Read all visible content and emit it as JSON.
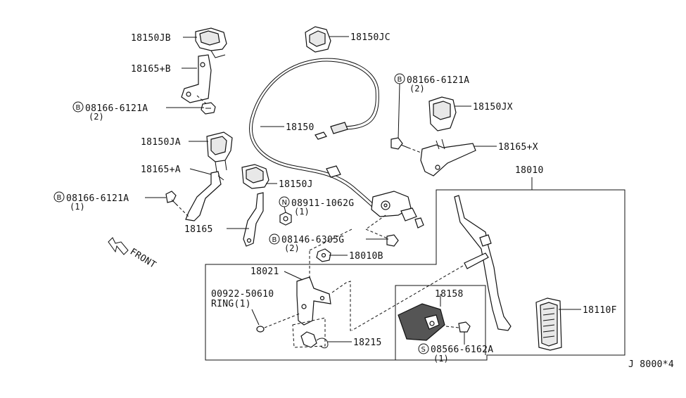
{
  "diagram_code": "J 8000*4",
  "front_label": "FRONT",
  "callouts": {
    "p18150JB": "18150JB",
    "p18150JC": "18150JC",
    "p18165B": "18165+B",
    "b1_num": "08166-6121A",
    "b1_badge": "B",
    "b1_qty": "(2)",
    "b2_num": "08166-6121A",
    "b2_badge": "B",
    "b2_qty": "(2)",
    "p18150": "18150",
    "p18150JX": "18150JX",
    "p18150JA": "18150JA",
    "p18165X": "18165+X",
    "p18165A": "18165+A",
    "p18010": "18010",
    "p18150J": "18150J",
    "b3_num": "08166-6121A",
    "b3_badge": "B",
    "b3_qty": "(1)",
    "n1_num": "08911-1062G",
    "n1_badge": "N",
    "n1_qty": "(1)",
    "p18165": "18165",
    "b4_num": "08146-6305G",
    "b4_badge": "B",
    "b4_qty": "(2)",
    "p18010B": "18010B",
    "p18021": "18021",
    "p00922": "00922-50610",
    "ring_label": "RING(1)",
    "p18158": "18158",
    "p18110F": "18110F",
    "p18215": "18215",
    "s1_num": "08566-6162A",
    "s1_badge": "S",
    "s1_qty": "(1)"
  }
}
